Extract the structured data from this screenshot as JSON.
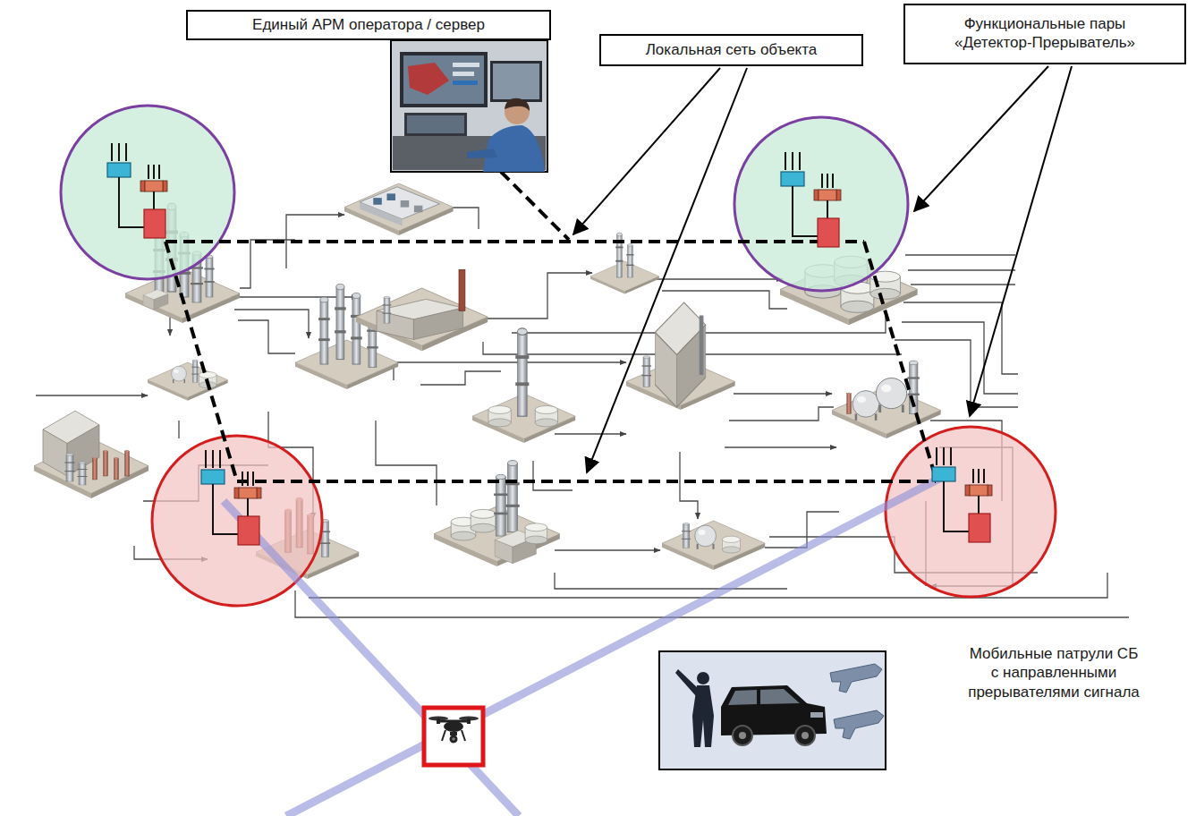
{
  "diagram": {
    "nodes": [
      {
        "text": [
          "Единый АРМ оператора / сервер"
        ]
      },
      {
        "text": [
          "Локальная сеть объекта"
        ]
      },
      {
        "text": [
          "Функциональные пары «Детектор-Прерыватель»"
        ]
      }
    ],
    "labels": [
      "Мобильные патрули СБ с направленными прерывателями сигнала"
    ]
  }
}
